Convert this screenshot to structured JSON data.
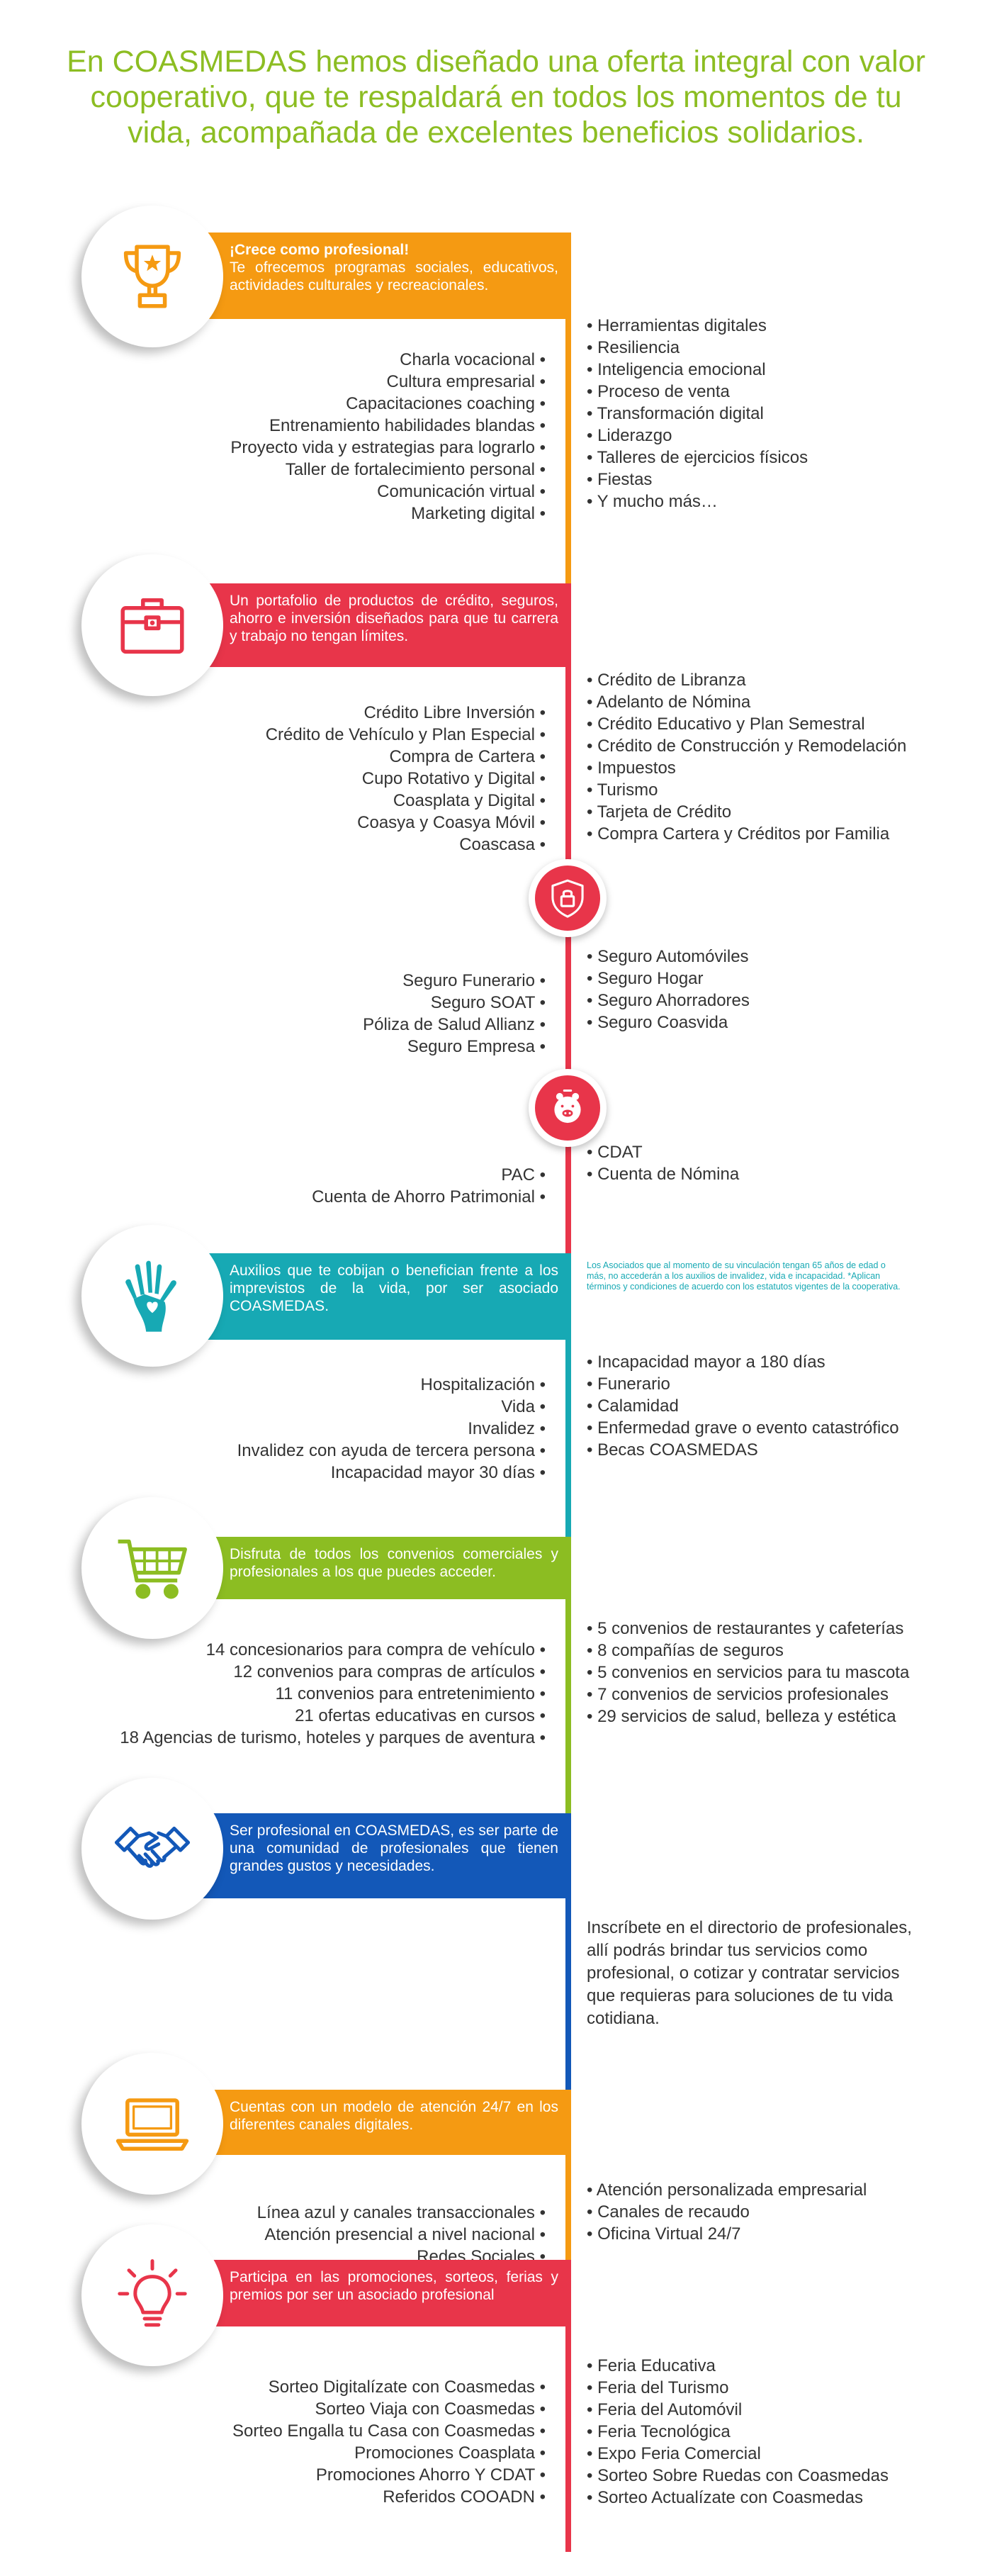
{
  "title": "En COASMEDAS hemos diseñado una oferta integral con valor cooperativo, que te respaldará en todos los momentos de tu vida, acompañada de excelentes beneficios solidarios.",
  "colors": {
    "orange": "#f59a12",
    "red": "#e8354a",
    "teal": "#17a9b4",
    "green": "#8cbd22",
    "blue": "#1358b8",
    "title": "#8cbd22"
  },
  "sections": [
    {
      "icon": "trophy-icon",
      "heading": "¡Crece como profesional!",
      "text": "Te ofrecemos programas sociales, educativos, actividades culturales y recreacionales.",
      "left": [
        "Charla vocacional",
        "Cultura empresarial",
        "Capacitaciones coaching",
        "Entrenamiento habilidades blandas",
        "Proyecto vida y estrategias para lograrlo",
        "Taller de fortalecimiento personal",
        "Comunicación virtual",
        "Marketing digital"
      ],
      "right": [
        "Herramientas digitales",
        "Resiliencia",
        "Inteligencia emocional",
        "Proceso de venta",
        "Transformación digital",
        "Liderazgo",
        "Talleres de ejercicios físicos",
        "Fiestas",
        "Y mucho más…"
      ]
    },
    {
      "icon": "briefcase-icon",
      "text": "Un portafolio de productos de crédito, seguros, ahorro e inversión diseñados para que tu carrera y trabajo no tengan límites.",
      "left": [
        "Crédito Libre Inversión",
        "Crédito de Vehículo y Plan Especial",
        "Compra de Cartera",
        "Cupo Rotativo y Digital",
        "Coasplata y Digital",
        "Coasya y Coasya Móvil",
        "Coascasa"
      ],
      "right": [
        "Crédito de Libranza",
        "Adelanto de Nómina",
        "Crédito Educativo y Plan Semestral",
        "Crédito de Construcción y Remodelación",
        "Impuestos",
        "Turismo",
        "Tarjeta de Crédito",
        "Compra Cartera y Créditos por Familia"
      ]
    },
    {
      "icon": "shield-lock-icon",
      "left": [
        "Seguro Funerario",
        "Seguro SOAT",
        "Póliza de Salud Allianz",
        "Seguro Empresa"
      ],
      "right": [
        "Seguro Automóviles",
        "Seguro Hogar",
        "Seguro Ahorradores",
        "Seguro Coasvida"
      ]
    },
    {
      "icon": "piggy-bank-icon",
      "left": [
        "PAC",
        "Cuenta de Ahorro Patrimonial"
      ],
      "right": [
        "CDAT",
        "Cuenta de Nómina"
      ]
    },
    {
      "icon": "hand-heart-icon",
      "text": "Auxilios que te cobijan o benefician frente a los imprevistos de la vida, por ser asociado COASMEDAS.",
      "note": "Los Asociados que al momento de su vinculación tengan 65 años de edad o más, no accederán a los auxilios de invalidez, vida e incapacidad. *Aplican términos y condiciones de acuerdo con los estatutos vigentes de la cooperativa.",
      "left": [
        "Hospitalización",
        "Vida",
        "Invalidez",
        "Invalidez con ayuda de tercera persona",
        "Incapacidad mayor 30 días"
      ],
      "right": [
        "Incapacidad mayor a 180 días",
        "Funerario",
        "Calamidad",
        "Enfermedad grave o evento catastrófico",
        "Becas COASMEDAS"
      ]
    },
    {
      "icon": "shopping-cart-icon",
      "text": "Disfruta de todos los convenios comerciales y profesionales a los que puedes acceder.",
      "left": [
        "14 concesionarios para compra de vehículo",
        "12 convenios para compras de artículos",
        "11 convenios para entretenimiento",
        "21 ofertas educativas en cursos",
        "18 Agencias de turismo, hoteles y parques de aventura"
      ],
      "right": [
        "5 convenios de restaurantes y cafeterías",
        "8 compañías de seguros",
        "5 convenios en servicios para tu mascota",
        "7 convenios de servicios profesionales",
        "29 servicios de salud, belleza y estética"
      ]
    },
    {
      "icon": "handshake-icon",
      "text": "Ser profesional en COASMEDAS, es ser parte de una comunidad de profesionales que tienen grandes gustos y necesidades.",
      "paragraph": "Inscríbete en el directorio de profesionales, allí podrás brindar tus servicios como profesional, o cotizar y contratar servicios que requieras para soluciones de tu vida cotidiana."
    },
    {
      "icon": "laptop-icon",
      "text": "Cuentas con un modelo de atención 24/7 en los diferentes canales digitales.",
      "left": [
        "Línea azul y canales transaccionales",
        "Atención presencial a nivel nacional",
        "Redes Sociales"
      ],
      "right": [
        "Atención personalizada empresarial",
        "Canales de recaudo",
        "Oficina Virtual 24/7"
      ]
    },
    {
      "icon": "lightbulb-icon",
      "text": "Participa en las promociones, sorteos, ferias y premios por ser un asociado profesional",
      "left": [
        "Sorteo Digitalízate con Coasmedas",
        "Sorteo Viaja con Coasmedas",
        "Sorteo Engalla tu Casa con Coasmedas",
        "Promociones Coasplata",
        "Promociones Ahorro Y CDAT",
        "Referidos COOADN"
      ],
      "right": [
        "Feria Educativa",
        "Feria del Turismo",
        "Feria del Automóvil",
        "Feria Tecnológica",
        "Expo Feria Comercial",
        "Sorteo Sobre Ruedas con Coasmedas",
        "Sorteo Actualízate con Coasmedas"
      ]
    }
  ]
}
